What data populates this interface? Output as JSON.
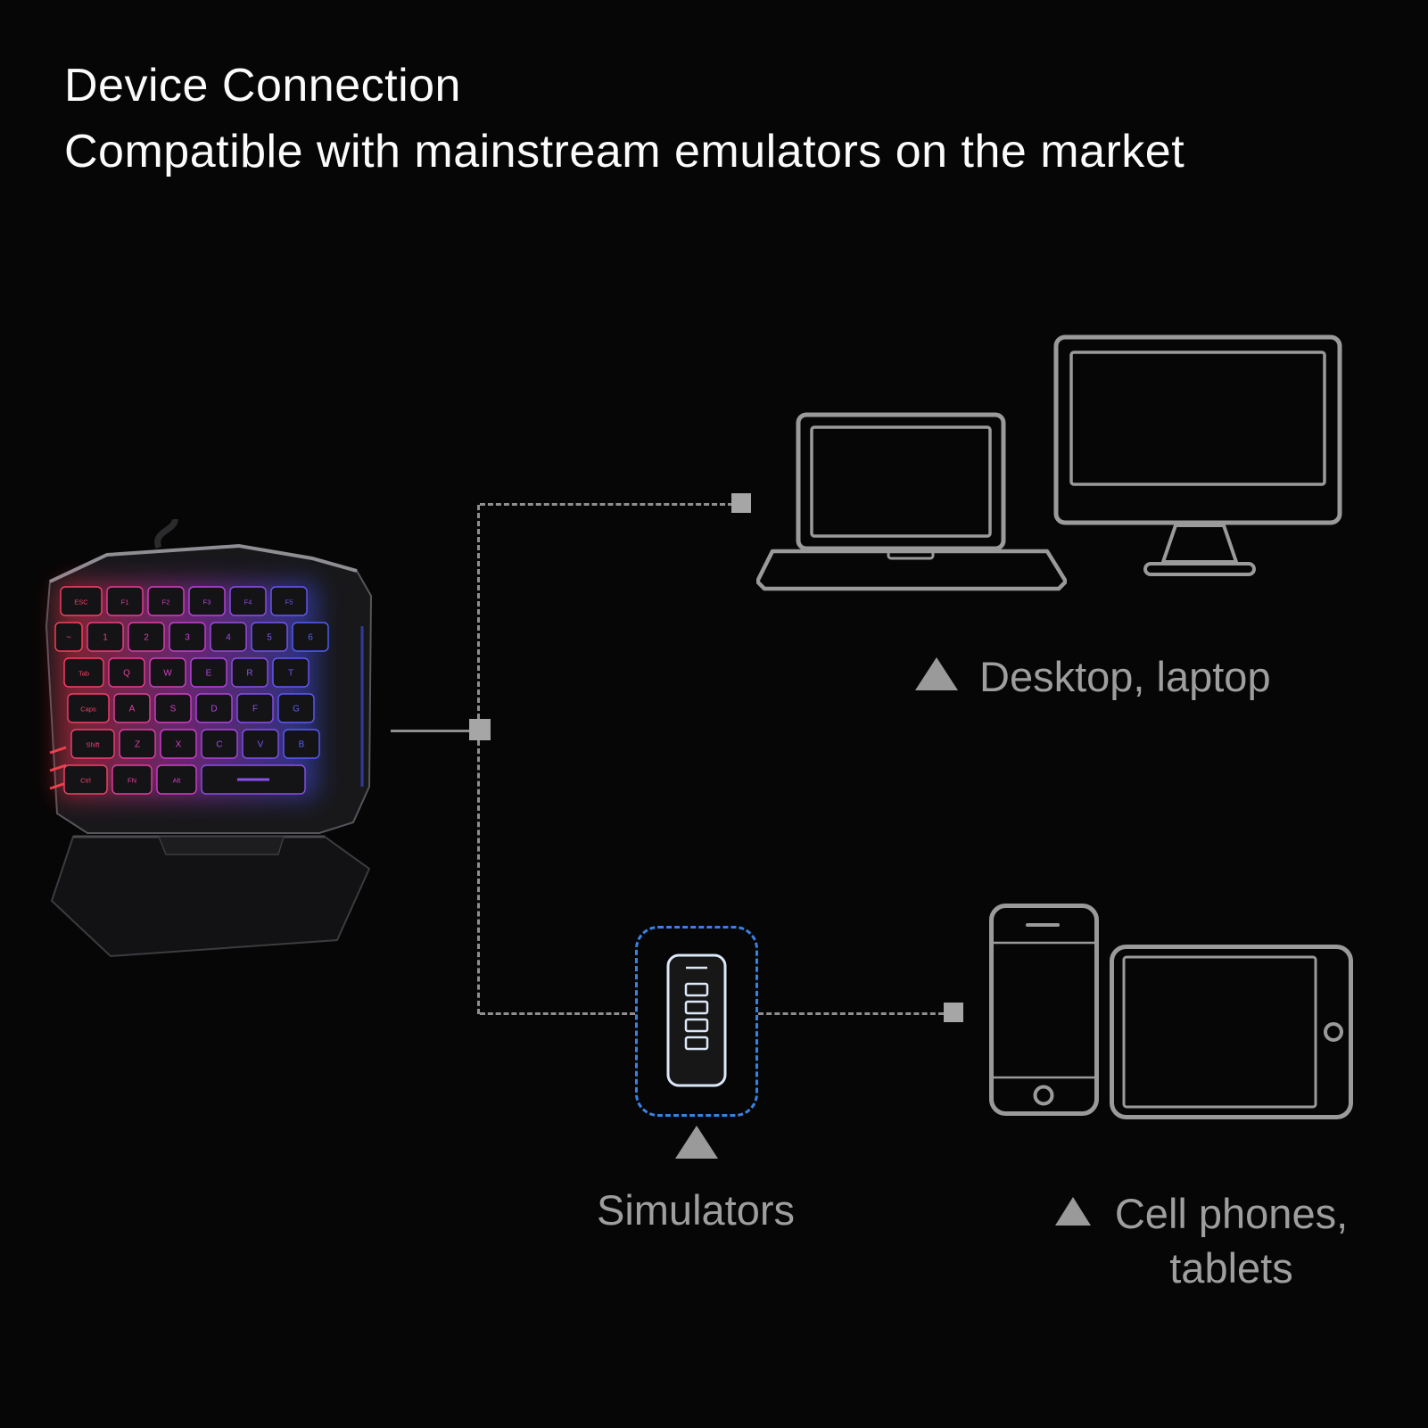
{
  "header": {
    "title": "Device Connection",
    "subtitle": "Compatible with mainstream emulators on the market"
  },
  "diagram": {
    "desktop_label": "Desktop, laptop",
    "simulators_label": "Simulators",
    "phones_label_line1": "Cell phones,",
    "phones_label_line2": "tablets"
  },
  "keyboard": {
    "rows": [
      [
        "ESC",
        "F1",
        "F2",
        "F3",
        "F4",
        "F5"
      ],
      [
        "~",
        "1",
        "2",
        "3",
        "4",
        "5",
        "6"
      ],
      [
        "Tab",
        "Q",
        "W",
        "E",
        "R",
        "T"
      ],
      [
        "Caps",
        "A",
        "S",
        "D",
        "F",
        "G"
      ],
      [
        "Shift",
        "Z",
        "X",
        "C",
        "V",
        "B"
      ],
      [
        "Ctrl",
        "FN",
        "Alt",
        ""
      ]
    ]
  },
  "colors": {
    "background": "#060606",
    "title_text": "#fbfbfb",
    "label_text": "#9e9e9e",
    "connector_gray": "#8f8f8f",
    "accent_blue": "#3b82e0",
    "glow_red": "#ff4050",
    "glow_purple": "#cd3ed7",
    "glow_blue": "#505fff"
  }
}
